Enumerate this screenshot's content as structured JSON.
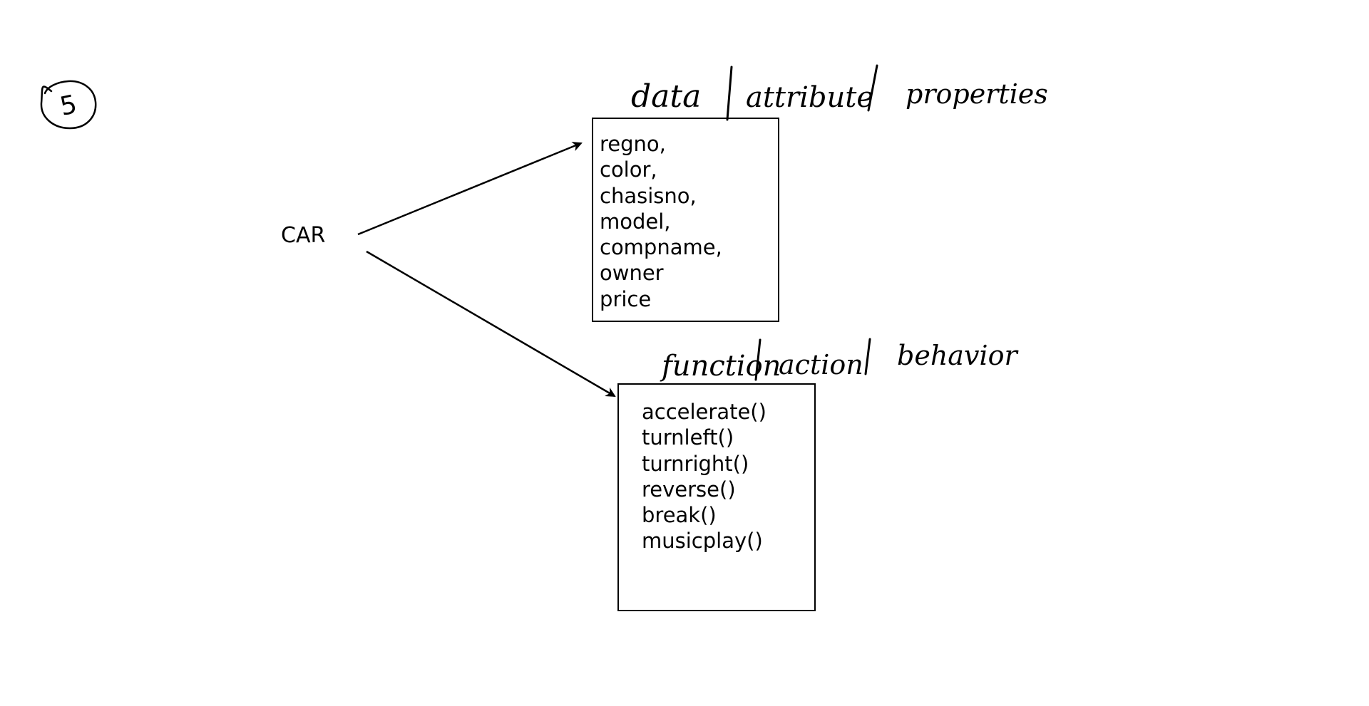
{
  "diagram": {
    "step_number": "5",
    "object": {
      "label": "CAR"
    },
    "data_box": {
      "heading_parts": [
        "data",
        "attribute",
        "properties"
      ],
      "items": [
        "regno,",
        "color,",
        "chasisno,",
        "model,",
        "compname,",
        "owner",
        "price"
      ]
    },
    "function_box": {
      "heading_parts": [
        "function",
        "action",
        "behavior"
      ],
      "items": [
        "accelerate()",
        "turnleft()",
        "turnright()",
        "reverse()",
        "break()",
        "musicplay()"
      ]
    }
  }
}
